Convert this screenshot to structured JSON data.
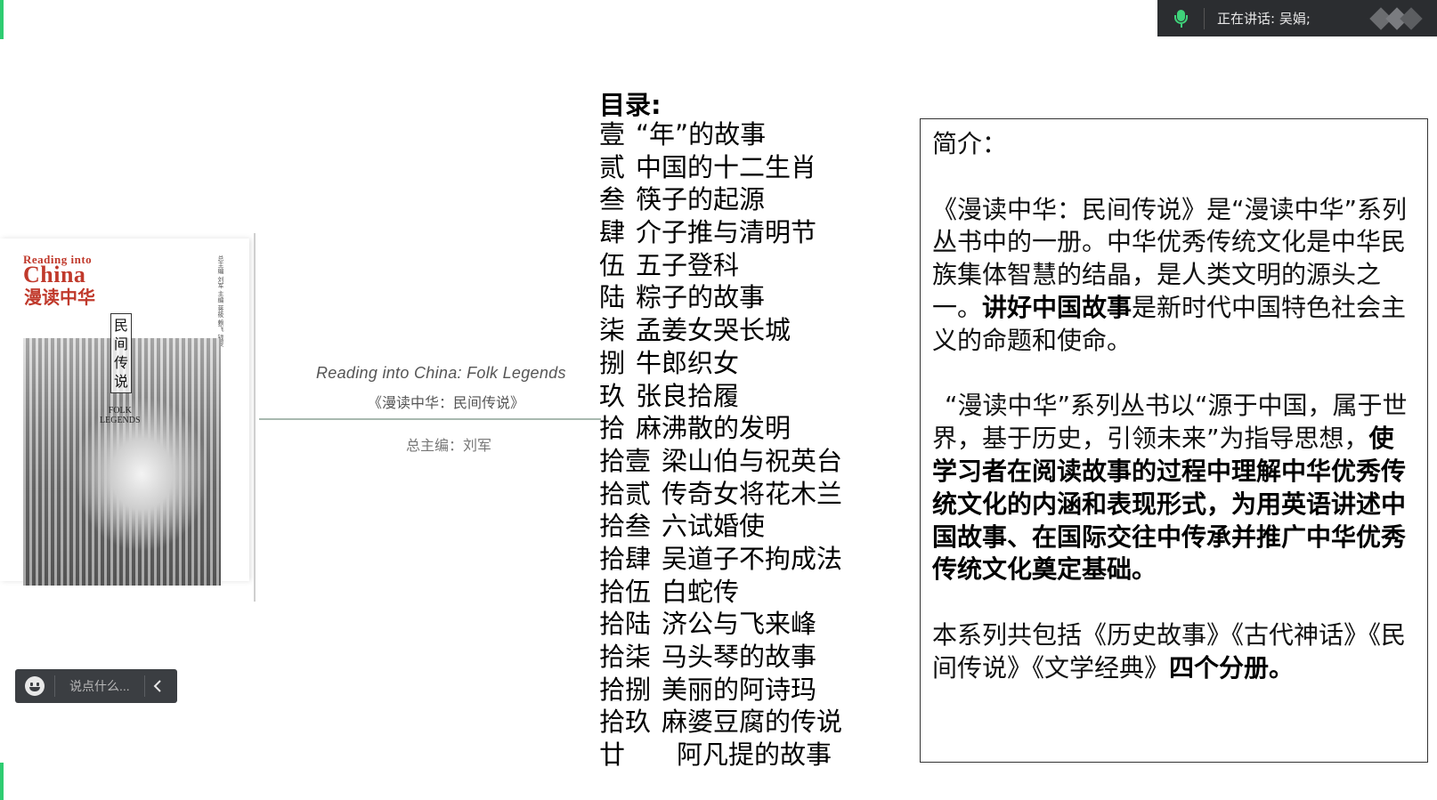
{
  "speaking": {
    "label": "正在讲话: 吴娟;"
  },
  "book_cover": {
    "series_en_line1": "Reading into",
    "series_en_line2": "China",
    "series_cn": "漫读中华",
    "volume_cn_vertical": "民\n间\n传\n说",
    "volume_en": "FOLK\nLEGENDS",
    "credits": "总主编 刘军 主编 蒋筱 赖飞 钱雯"
  },
  "book_info": {
    "title_en": "Reading into China: Folk Legends",
    "title_cn": "《漫读中华：民间传说》",
    "editor": "总主编：刘军"
  },
  "toc": {
    "title": "目录:",
    "items": [
      {
        "num": "壹",
        "title": "“年”的故事"
      },
      {
        "num": "贰",
        "title": "中国的十二生肖"
      },
      {
        "num": "叁",
        "title": "筷子的起源"
      },
      {
        "num": "肆",
        "title": "介子推与清明节"
      },
      {
        "num": "伍",
        "title": "五子登科"
      },
      {
        "num": "陆",
        "title": "粽子的故事"
      },
      {
        "num": "柒",
        "title": "孟姜女哭长城"
      },
      {
        "num": "捌",
        "title": "牛郎织女"
      },
      {
        "num": "玖",
        "title": "张良拾履"
      },
      {
        "num": "拾",
        "title": "麻沸散的发明"
      },
      {
        "num": "拾壹",
        "title": "梁山伯与祝英台"
      },
      {
        "num": "拾贰",
        "title": "传奇女将花木兰"
      },
      {
        "num": "拾叁",
        "title": "六试婚使"
      },
      {
        "num": "拾肆",
        "title": "吴道子不拘成法"
      },
      {
        "num": "拾伍",
        "title": "白蛇传"
      },
      {
        "num": "拾陆",
        "title": "济公与飞来峰"
      },
      {
        "num": "拾柒",
        "title": "马头琴的故事"
      },
      {
        "num": "拾捌",
        "title": "美丽的阿诗玛"
      },
      {
        "num": "拾玖",
        "title": "麻婆豆腐的传说"
      },
      {
        "num": "廿",
        "title": "阿凡提的故事"
      }
    ]
  },
  "intro": {
    "heading": "简介：",
    "p1_a": "《漫读中华：民间传说》是“漫读中华”系列丛书中的一册。中华优秀传统文化是中华民族集体智慧的结晶，是人类文明的源头之一。",
    "p1_b": "讲好中国故事",
    "p1_c": "是新时代中国特色社会主义的命题和使命。",
    "p2_a": "“漫读中华”系列丛书以“源于中国，属于世界，基于历史，引领未来”为指导思想，",
    "p2_b": "使学习者在阅读故事的过程中理解中华优秀传统文化的内涵和表现形式，为用英语讲述中国故事、在国际交往中传承并推广中华优秀传统文化奠定基础。",
    "p3_a": "本系列共包括《历史故事》《古代神话》《民间传说》《文学经典》",
    "p3_b": "四个分册。"
  },
  "chat": {
    "placeholder": "说点什么..."
  },
  "colors": {
    "accent_green": "#2ecc71",
    "cover_red": "#c0392b",
    "dark_bar": "#2b2d30"
  }
}
